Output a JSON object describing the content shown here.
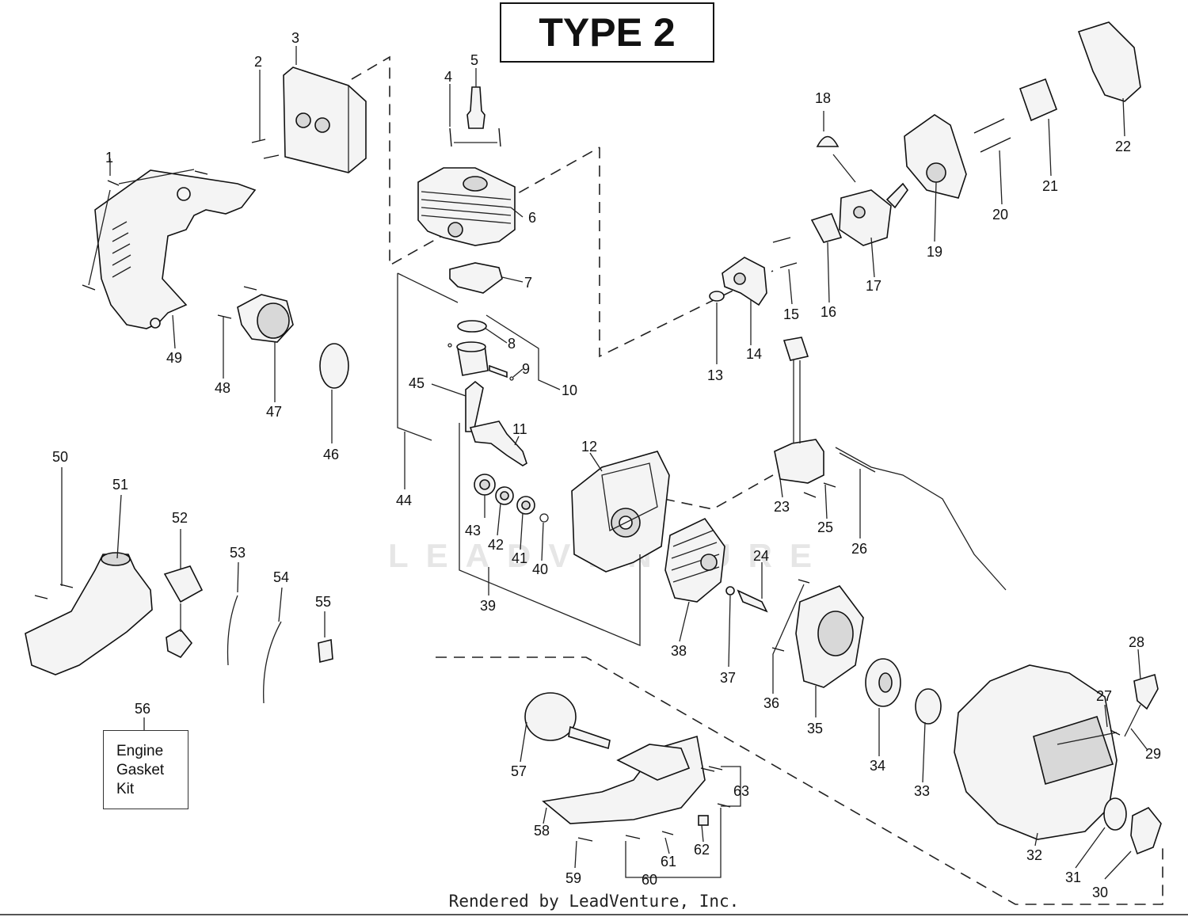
{
  "title": "TYPE 2",
  "footer": "Rendered by LeadVenture, Inc.",
  "watermark": "LEADVENTURE",
  "kit_box": {
    "line1": "Engine",
    "line2": "Gasket",
    "line3": "Kit"
  },
  "part_numbers": [
    "1",
    "2",
    "3",
    "4",
    "5",
    "6",
    "7",
    "8",
    "9",
    "10",
    "11",
    "12",
    "13",
    "14",
    "15",
    "16",
    "17",
    "18",
    "19",
    "20",
    "21",
    "22",
    "23",
    "24",
    "25",
    "26",
    "27",
    "28",
    "29",
    "30",
    "31",
    "32",
    "33",
    "34",
    "35",
    "36",
    "37",
    "38",
    "39",
    "40",
    "41",
    "42",
    "43",
    "44",
    "45",
    "46",
    "47",
    "48",
    "49",
    "50",
    "51",
    "52",
    "53",
    "54",
    "55",
    "56",
    "57",
    "58",
    "59",
    "60",
    "61",
    "62",
    "63"
  ]
}
